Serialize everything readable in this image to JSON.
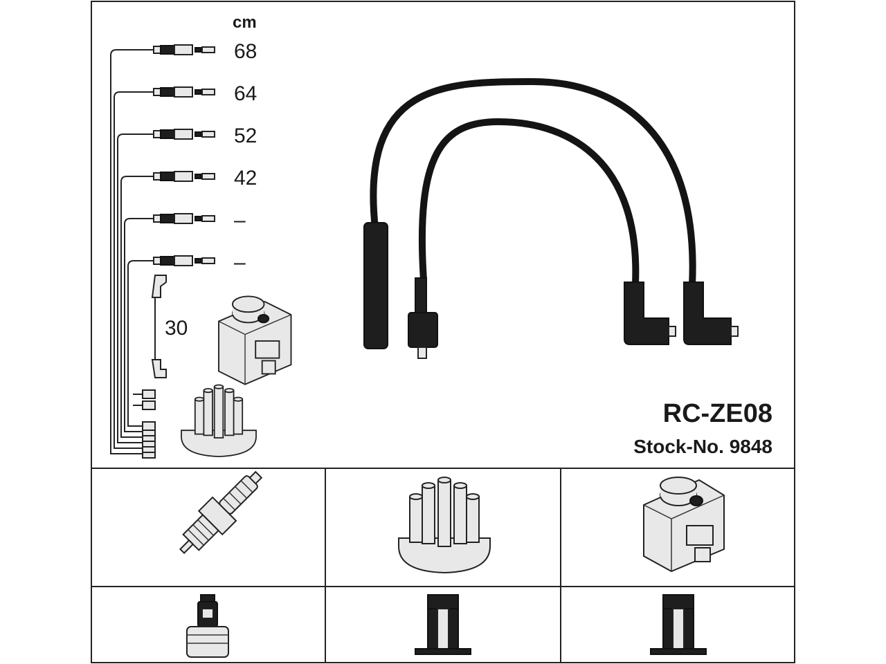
{
  "product": {
    "model": "RC-ZE08",
    "stock_label": "Stock-No. 9848"
  },
  "cable_lengths": {
    "unit": "cm",
    "values": [
      "68",
      "64",
      "52",
      "42",
      "–",
      "–"
    ],
    "coil_lead": "30"
  },
  "colors": {
    "line": "#222222",
    "cable": "#141414",
    "part_fill": "#e8e8e8"
  },
  "icons": [
    "spark-plug-icon",
    "distributor-cap-icon",
    "ignition-coil-icon",
    "plug-connector-icon",
    "cap-connector-icon",
    "coil-connector-icon"
  ]
}
